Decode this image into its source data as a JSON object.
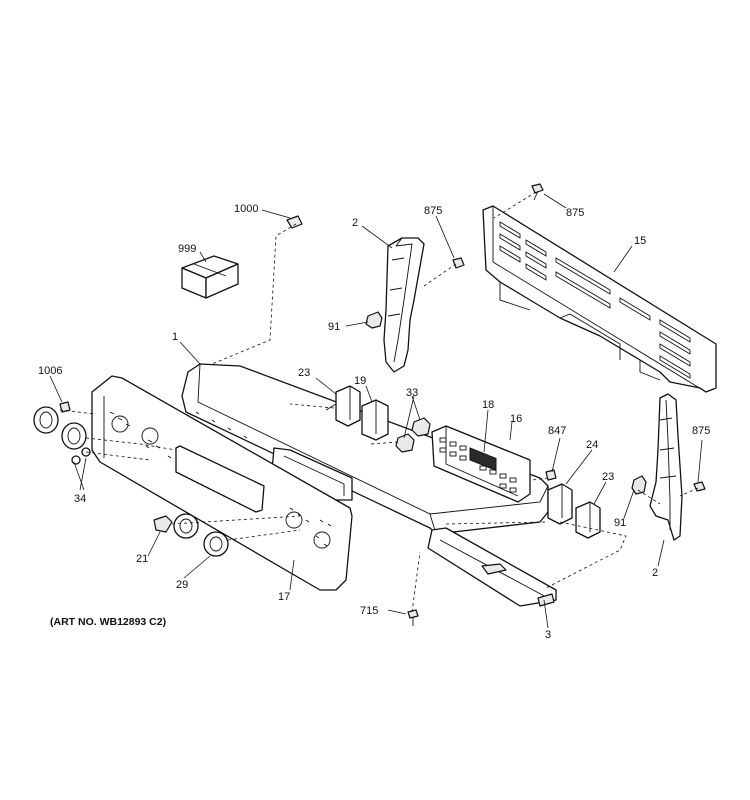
{
  "diagram": {
    "art_number": "(ART NO. WB12893 C2)",
    "callouts": [
      {
        "id": "c1000",
        "text": "1000"
      },
      {
        "id": "c999",
        "text": "999"
      },
      {
        "id": "c1",
        "text": "1"
      },
      {
        "id": "c1006",
        "text": "1006"
      },
      {
        "id": "c34",
        "text": "34"
      },
      {
        "id": "c21",
        "text": "21"
      },
      {
        "id": "c29",
        "text": "29"
      },
      {
        "id": "c17",
        "text": "17"
      },
      {
        "id": "c715",
        "text": "715"
      },
      {
        "id": "c3",
        "text": "3"
      },
      {
        "id": "c23a",
        "text": "23"
      },
      {
        "id": "c19",
        "text": "19"
      },
      {
        "id": "c33",
        "text": "33"
      },
      {
        "id": "c18",
        "text": "18"
      },
      {
        "id": "c16",
        "text": "16"
      },
      {
        "id": "c847",
        "text": "847"
      },
      {
        "id": "c24",
        "text": "24"
      },
      {
        "id": "c23b",
        "text": "23"
      },
      {
        "id": "c2a",
        "text": "2"
      },
      {
        "id": "c91a",
        "text": "91"
      },
      {
        "id": "c875a",
        "text": "875"
      },
      {
        "id": "c875b",
        "text": "875"
      },
      {
        "id": "c15",
        "text": "15"
      },
      {
        "id": "c875c",
        "text": "875"
      },
      {
        "id": "c91b",
        "text": "91"
      },
      {
        "id": "c2b",
        "text": "2"
      }
    ]
  }
}
